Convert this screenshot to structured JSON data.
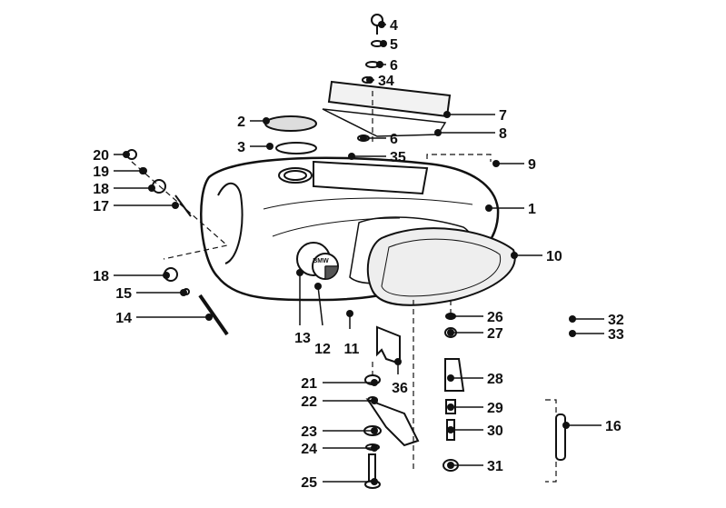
{
  "diagram": {
    "callouts": [
      "4",
      "5",
      "6",
      "34",
      "7",
      "8",
      "2",
      "3",
      "6",
      "35",
      "9",
      "1",
      "10",
      "20",
      "19",
      "18",
      "17",
      "18",
      "15",
      "14",
      "13",
      "12",
      "11",
      "36",
      "26",
      "27",
      "28",
      "29",
      "30",
      "31",
      "32",
      "33",
      "16",
      "21",
      "22",
      "23",
      "24",
      "25"
    ],
    "tank_badge": "BMW"
  }
}
